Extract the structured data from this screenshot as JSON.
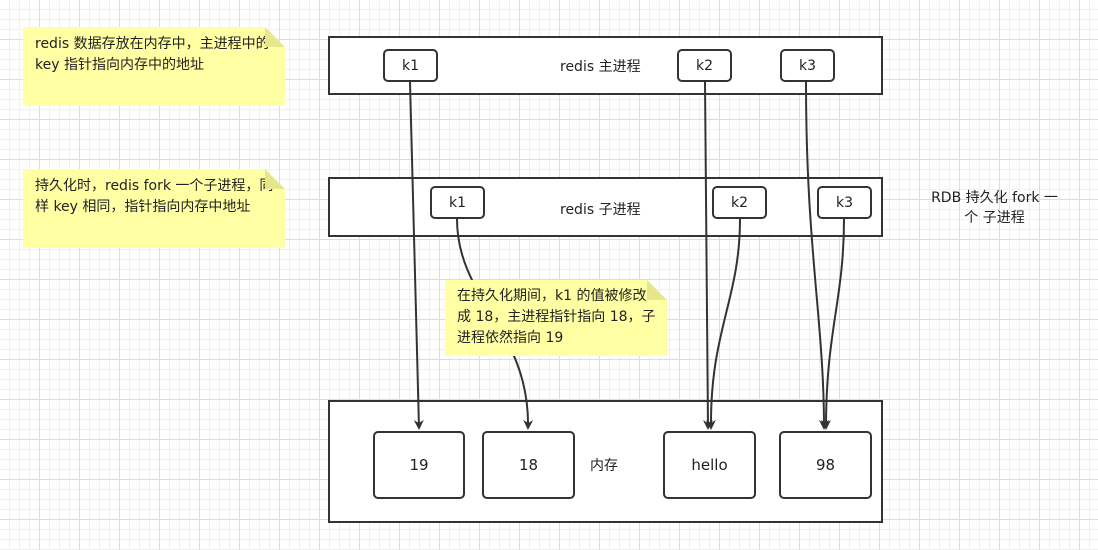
{
  "main_process": {
    "label": "redis 主进程",
    "keys": [
      "k1",
      "k2",
      "k3"
    ]
  },
  "child_process": {
    "label": "redis 子进程",
    "keys": [
      "k1",
      "k2",
      "k3"
    ]
  },
  "memory": {
    "label": "内存",
    "values": [
      "19",
      "18",
      "hello",
      "98"
    ]
  },
  "notes": {
    "main_note": "redis 数据存放在内存中，主进程中的 key 指针指向内存中的地址",
    "child_note": "持久化时，redis fork 一个子进程，同样 key 相同，指针指向内存中地址",
    "modify_note": "在持久化期间，k1 的值被修改成 18，主进程指针指向 18，子进程依然指向 19",
    "rdb_note_line1": "RDB 持久化 fork 一",
    "rdb_note_line2": "个 子进程"
  },
  "colors": {
    "note_bg": "#ffffa3",
    "stroke": "#333333",
    "grid": "#dcdcdc"
  }
}
